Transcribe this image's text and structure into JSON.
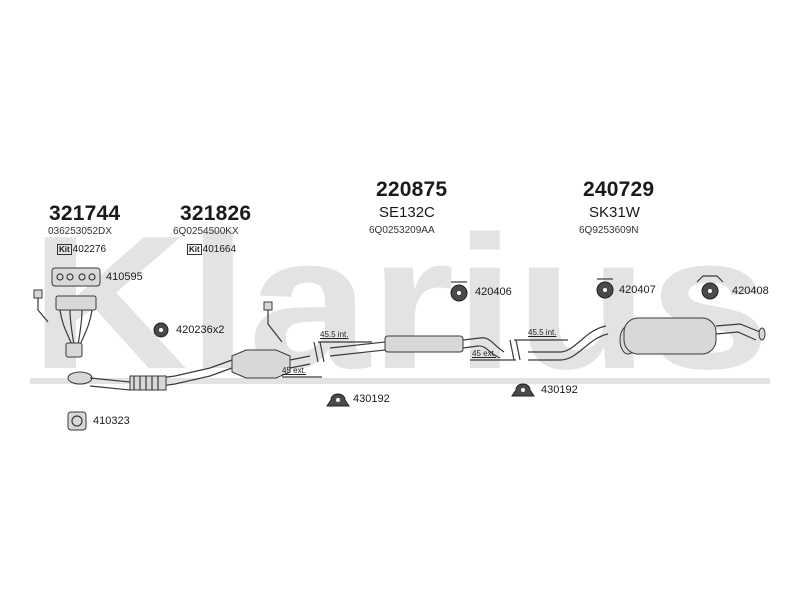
{
  "watermark": {
    "brand": "Klarius",
    "color": "#e3e3e3"
  },
  "colors": {
    "line": "#3a3a3a",
    "part_fill": "#d8d8d8",
    "rubber": "#4a4a4a"
  },
  "parts": {
    "manifold": {
      "number": "321744",
      "oem": "036253052DX",
      "kit_label": "Kit",
      "kit_number": "402276"
    },
    "catalyst": {
      "number": "321826",
      "oem": "6Q0254500KX",
      "kit_label": "Kit",
      "kit_number": "401664"
    },
    "middle_silencer": {
      "number": "220875",
      "code": "SE132C",
      "oem": "6Q0253209AA"
    },
    "rear_silencer": {
      "number": "240729",
      "code": "SK31W",
      "oem": "6Q9253609N"
    }
  },
  "fittings": {
    "gasket_manifold": "410595",
    "gasket_flange": "410323",
    "mount_cat": "420236x2",
    "hanger_middle": "420406",
    "hanger_rear_front": "420407",
    "hanger_rear": "420408",
    "clamp_left": "430192",
    "clamp_right": "430192"
  },
  "dimensions": {
    "int_left": "45.5 int.",
    "ext_left": "45 ext.",
    "int_right": "45.5 int.",
    "ext_right": "45 ext."
  }
}
